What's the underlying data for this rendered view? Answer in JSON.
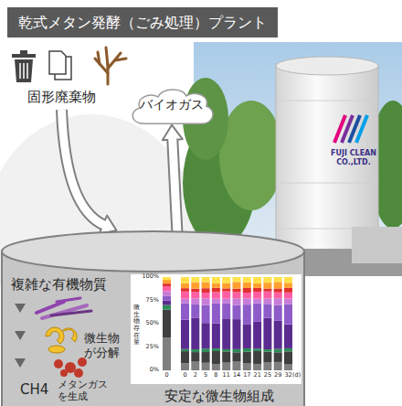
{
  "diagram": {
    "title": "乾式メタン発酵（ごみ処理）プラント",
    "nodes": [
      {
        "text": [
          "固形廃棄物"
        ]
      },
      {
        "text": [
          "バイオガス"
        ]
      },
      {
        "text": [
          "複雑な有機物質"
        ]
      }
    ],
    "edges": [
      {
        "from": 0,
        "to": 2,
        "arrow": "to"
      },
      {
        "from": 2,
        "to": 1,
        "arrow": "to"
      }
    ],
    "labels": [
      "FUJI CLEAN CO.,LTD.",
      "微生物 が分解",
      "CH4",
      "メタンガス を生成",
      "微生物存在量",
      "100%",
      "75%",
      "50%",
      "25%",
      "0%",
      "0",
      "0",
      "2",
      "5",
      "8",
      "11",
      "14",
      "17",
      "21",
      "25",
      "29",
      "32",
      "(d)",
      "安定な微生物組成"
    ]
  }
}
